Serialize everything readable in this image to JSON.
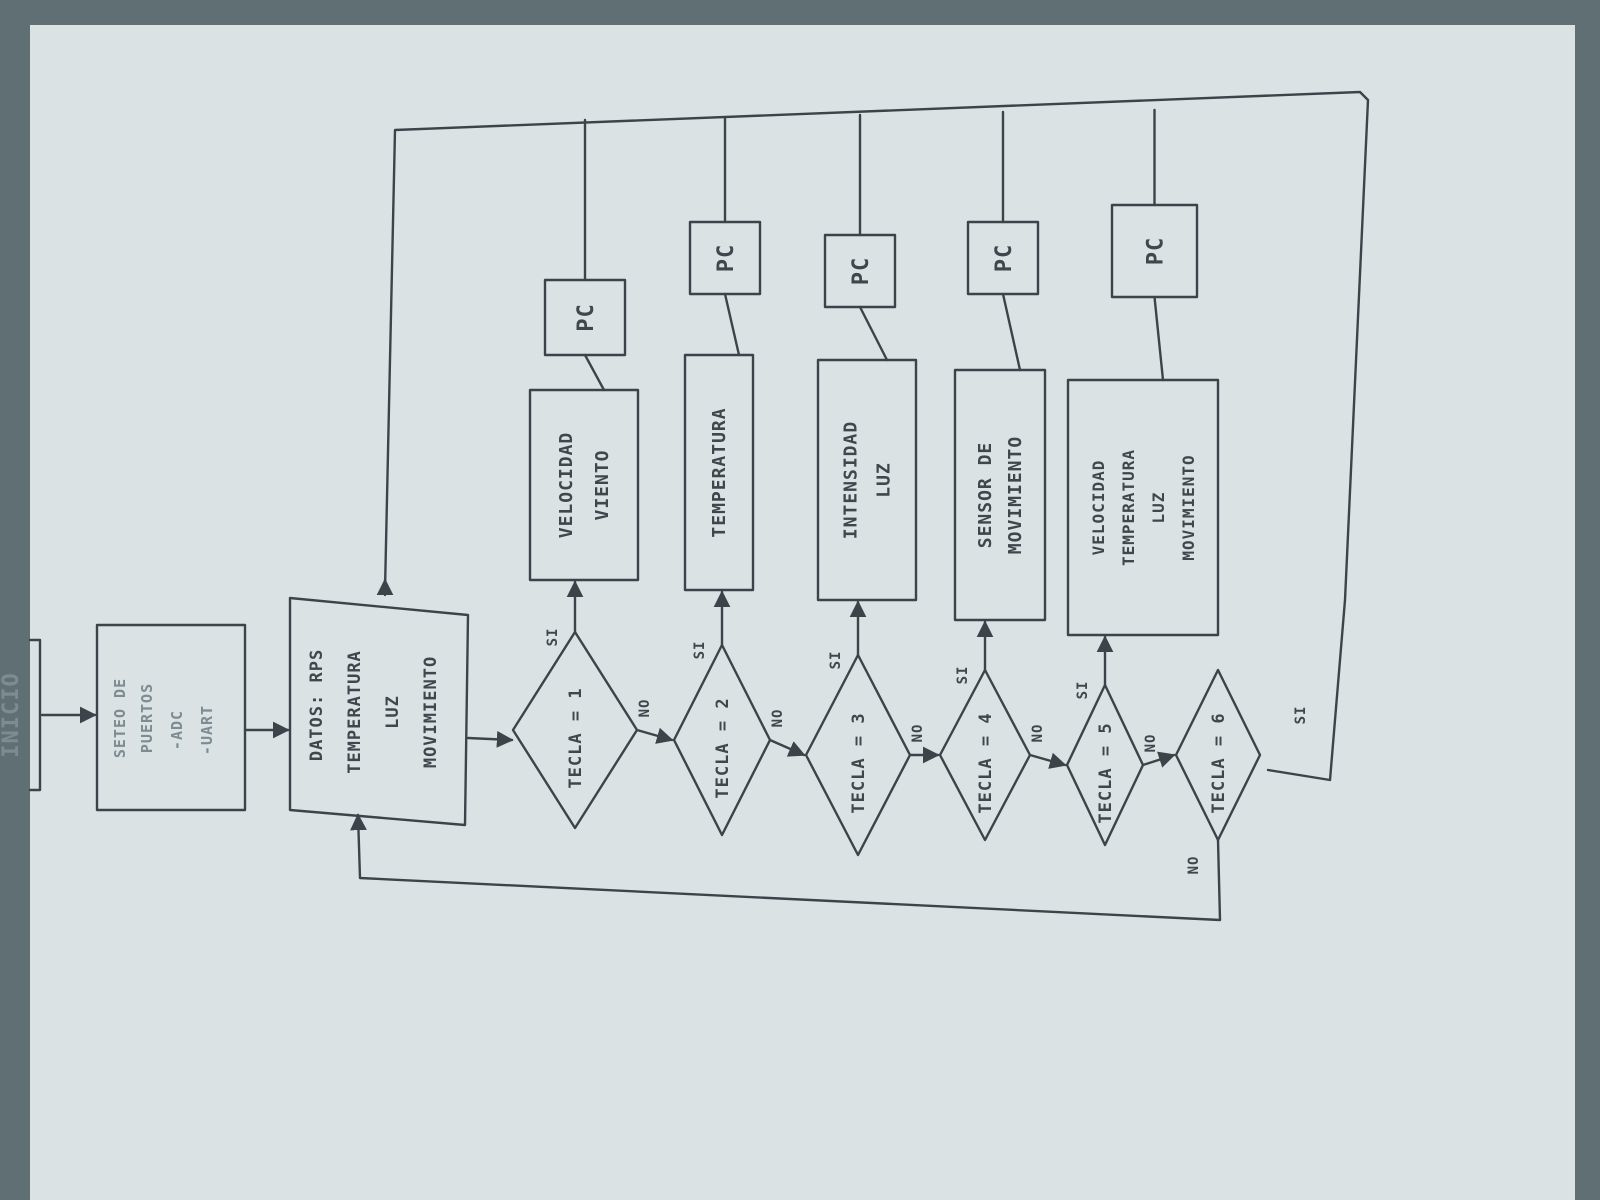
{
  "start": {
    "label": "INICIO"
  },
  "setup": {
    "lines": [
      "SETEO DE",
      "PUERTOS",
      "-ADC",
      "-UART"
    ]
  },
  "data_block": {
    "lines": [
      "DATOS: RPS",
      "TEMPERATURA",
      "LUZ",
      "MOVIMIENTO"
    ]
  },
  "branches": [
    {
      "condition": "TECLA = 1",
      "action": [
        "VELOCIDAD",
        "VIENTO"
      ],
      "output": "PC"
    },
    {
      "condition": "TECLA = 2",
      "action": [
        "TEMPERATURA"
      ],
      "output": "PC"
    },
    {
      "condition": "TECLA = 3",
      "action": [
        "INTENSIDAD",
        "LUZ"
      ],
      "output": "PC"
    },
    {
      "condition": "TECLA = 4",
      "action": [
        "SENSOR DE",
        "MOVIMIENTO"
      ],
      "output": "PC"
    },
    {
      "condition": "TECLA = 5",
      "action": [
        "VELOCIDAD",
        "TEMPERATURA",
        "LUZ",
        "MOVIMIENTO"
      ],
      "output": "PC"
    },
    {
      "condition": "TECLA = 6",
      "action": [],
      "output": ""
    }
  ],
  "yes_label": "SI",
  "no_label": "NO",
  "colors": {
    "paper": "#dfe6e8",
    "ink": "#3b4549",
    "background": "#5f6f74"
  }
}
